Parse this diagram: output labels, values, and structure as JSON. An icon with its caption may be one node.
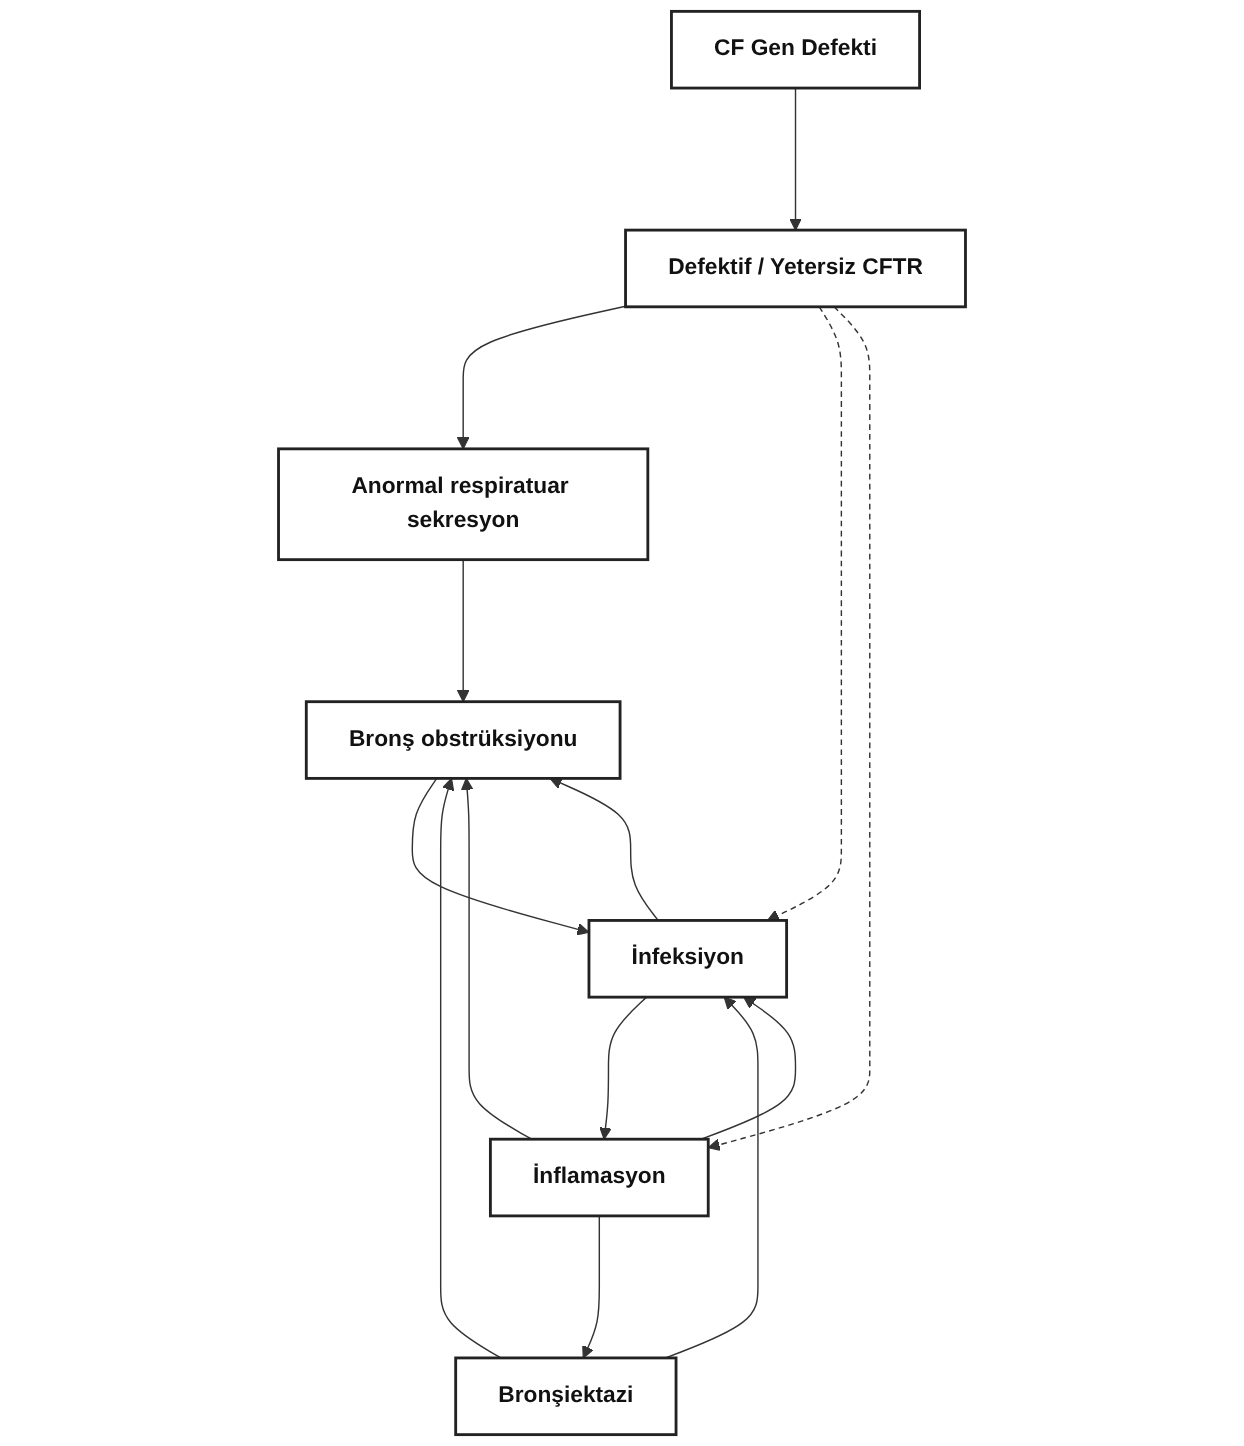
{
  "diagram": {
    "nodes": [
      {
        "text": [
          "CF Gen Defekti"
        ]
      },
      {
        "text": [
          "Defektif / Yetersiz CFTR"
        ]
      },
      {
        "text": [
          "Anormal respiratuar sekresyon"
        ]
      },
      {
        "text": [
          "Bronş obstrüksiyonu"
        ]
      },
      {
        "text": [
          "İnfeksiyon"
        ]
      },
      {
        "text": [
          "İnflamasyon"
        ]
      },
      {
        "text": [
          "Bronşiektazi"
        ]
      }
    ],
    "edges": [
      {
        "from": 0,
        "to": 1,
        "arrow": "to"
      },
      {
        "from": 1,
        "to": 2,
        "arrow": "to"
      },
      {
        "from": 2,
        "to": 3,
        "arrow": "to"
      },
      {
        "from": 3,
        "to": 4,
        "arrow": "to"
      },
      {
        "from": 4,
        "to": 5,
        "arrow": "to"
      },
      {
        "from": 5,
        "to": 6,
        "arrow": "to"
      },
      {
        "from": 4,
        "to": 3,
        "arrow": "to"
      },
      {
        "from": 5,
        "to": 3,
        "arrow": "to"
      },
      {
        "from": 6,
        "to": 3,
        "arrow": "to"
      },
      {
        "from": 5,
        "to": 4,
        "arrow": "to"
      },
      {
        "from": 6,
        "to": 4,
        "arrow": "to"
      },
      {
        "from": 1,
        "to": 4,
        "arrow": "to",
        "style": "dashed"
      },
      {
        "from": 1,
        "to": 5,
        "arrow": "to",
        "style": "dashed"
      }
    ]
  }
}
